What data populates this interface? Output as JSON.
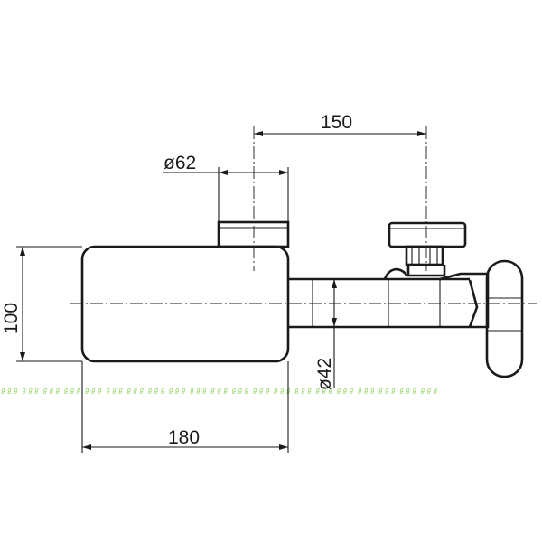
{
  "dimensions": {
    "width_label": "180",
    "height_label": "100",
    "spacing_label": "150",
    "handle_dia_label": "ø62",
    "pipe_dia_label": "ø42"
  },
  "colors": {
    "line": "#1a1a1a",
    "watermark": "#8fcf5a"
  }
}
